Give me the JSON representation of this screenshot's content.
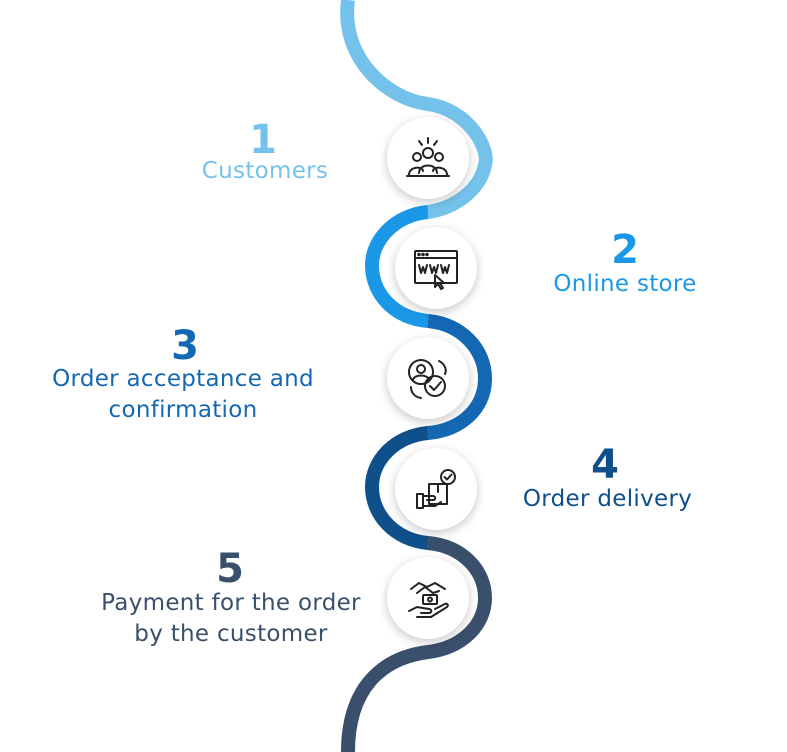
{
  "colors": {
    "step1": "#74c2eb",
    "step2": "#1a97e6",
    "step3": "#1468b3",
    "step4": "#0f4f8a",
    "step5": "#3a4f6b",
    "icon_stroke": "#222222"
  },
  "steps": [
    {
      "number": "1",
      "label_lines": [
        "Customers"
      ],
      "icon": "customers-group-icon"
    },
    {
      "number": "2",
      "label_lines": [
        "Online store"
      ],
      "icon": "www-browser-icon"
    },
    {
      "number": "3",
      "label_lines": [
        "Order acceptance and",
        "confirmation"
      ],
      "icon": "order-confirm-icon"
    },
    {
      "number": "4",
      "label_lines": [
        "Order delivery"
      ],
      "icon": "delivery-box-icon"
    },
    {
      "number": "5",
      "label_lines": [
        "Payment for the order",
        "by the customer"
      ],
      "icon": "payment-handshake-icon"
    }
  ]
}
